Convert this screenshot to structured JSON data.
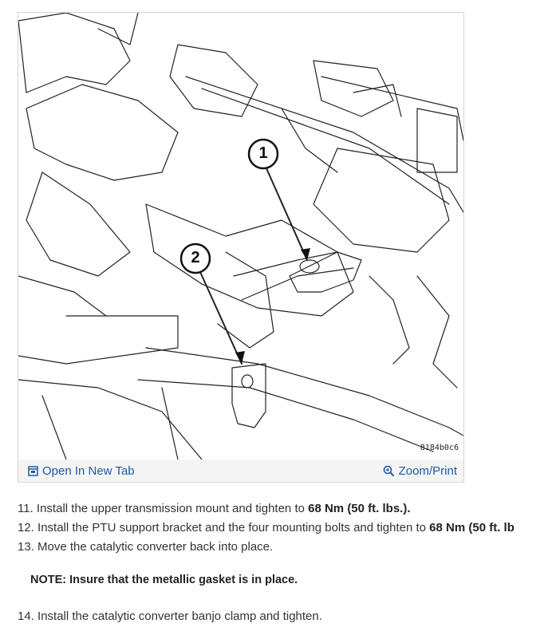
{
  "figure": {
    "callouts": [
      "1",
      "2"
    ],
    "figure_id": "8184b0c6",
    "open_tab_label": "Open In New Tab",
    "zoom_print_label": "Zoom/Print",
    "icons": {
      "open": "open-in-new-tab-icon",
      "zoom": "zoom-icon"
    }
  },
  "steps": [
    {
      "number": "11.",
      "text": "Install the upper transmission mount and tighten to ",
      "bold": "68 Nm (50 ft. lbs.)."
    },
    {
      "number": "12.",
      "text": "Install the PTU support bracket and the four mounting bolts and tighten to ",
      "bold": "68 Nm (50 ft. lb"
    },
    {
      "number": "13.",
      "text": "Move the catalytic converter back into place.",
      "bold": ""
    }
  ],
  "note": "NOTE: Insure that the metallic gasket is in place.",
  "step14": {
    "number": "14.",
    "text": "Install the catalytic converter banjo clamp and tighten."
  }
}
